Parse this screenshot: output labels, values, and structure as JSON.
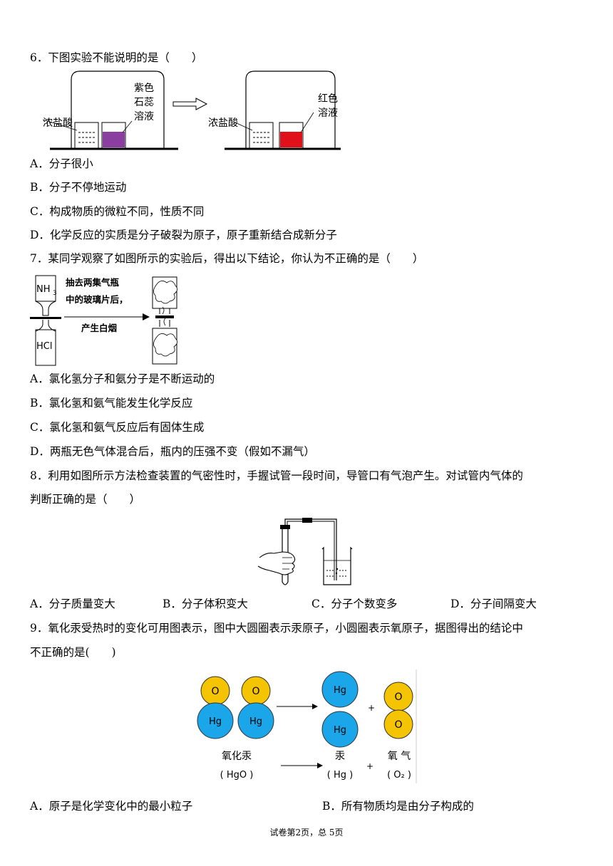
{
  "q6": {
    "stem": "6．下图实验不能说明的是（　　）",
    "fig": {
      "left_label": "浓盐酸",
      "left_color_label_1": "紫色",
      "left_color_label_2": "石蕊",
      "left_color_label_3": "溶液",
      "right_label": "浓盐酸",
      "right_color_label_1": "红色",
      "right_color_label_2": "溶液"
    },
    "options": [
      "A．分子很小",
      "B．分子不停地运动",
      "C．构成物质的微粒不同，性质不同",
      "D．化学反应的实质是分子破裂为原子，原子重新结合成新分子"
    ]
  },
  "q7": {
    "stem": "7．某同学观察了如图所示的实验后，得出以下结论，你认为不正确的是（　　）",
    "fig": {
      "top_gas": "NH",
      "top_gas_sub": "3",
      "bottom_gas": "HCl",
      "caption_1": "抽去两集气瓶",
      "caption_2": "中的玻璃片后，",
      "caption_3": "产生白烟"
    },
    "options": [
      "A．氯化氢分子和氨分子是不断运动的",
      "B．氯化氢和氨气能发生化学反应",
      "C．氯化氢和氨气反应后有固体生成",
      "D．两瓶无色气体混合后，瓶内的压强不变（假如不漏气）"
    ]
  },
  "q8": {
    "stem_1": "8．利用如图所示方法检查装置的气密性时，手握试管一段时间，导管口有气泡产生。对试管内气体的",
    "stem_2": "判断正确的是（　　）",
    "options": [
      "A．分子质量变大",
      "B．分子体积变大",
      "C．分子个数变多",
      "D．分子间隔变大"
    ]
  },
  "q9": {
    "stem_1": "9．氧化汞受热时的变化可用图表示，图中大圆圈表示汞原子，小圆圈表示氧原子，据图得出的结论中",
    "stem_2": "不正确的是(　　)",
    "fig": {
      "atom_o": "O",
      "atom_hg": "Hg",
      "plus": "+",
      "name_hgo": "氧化汞",
      "formula_hgo": "( HgO )",
      "name_hg": "汞",
      "formula_hg": "( Hg )",
      "name_o2": "氧 气",
      "formula_o2": "( O₂ )",
      "atom_color_o": "#f5c400",
      "atom_color_hg": "#1aa6e8"
    },
    "options": [
      "A．原子是化学变化中的最小粒子",
      "B．所有物质均是由分子构成的"
    ]
  },
  "footer": "试卷第2页，总 5页"
}
